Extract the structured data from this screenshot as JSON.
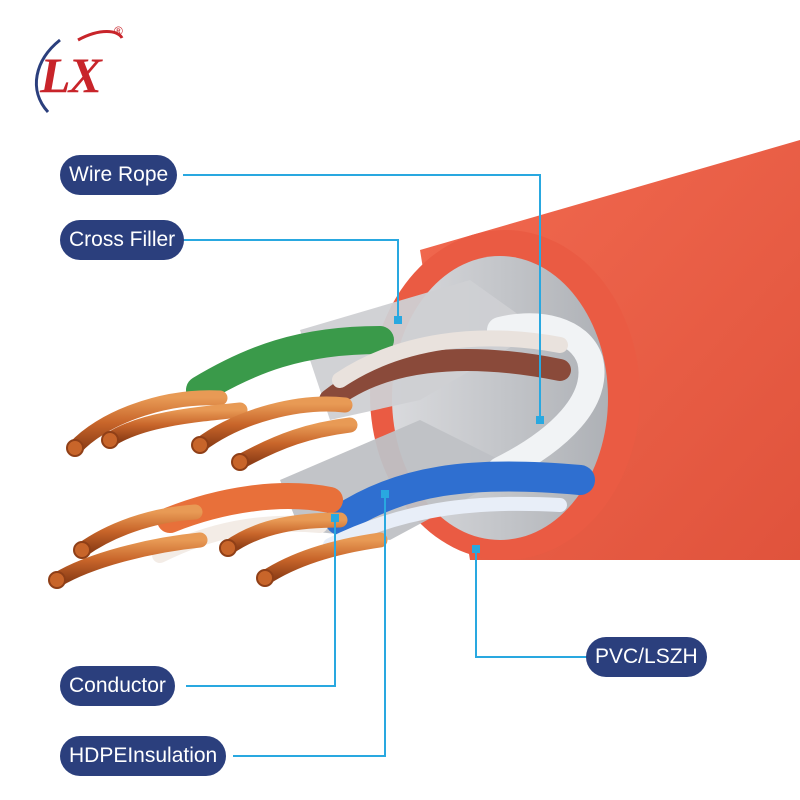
{
  "logo": {
    "text": "LX",
    "registered": "®",
    "color": "#c8242a"
  },
  "labels": {
    "wire_rope": "Wire Rope",
    "cross_filler": "Cross Filler",
    "conductor": "Conductor",
    "hdpe_insulation": "HDPEInsulation",
    "jacket": "PVC/LSZH"
  },
  "colors": {
    "label_bg": "#2b3f7d",
    "leader_line": "#29a8e0",
    "jacket": "#e8583f",
    "copper": "#c8652a",
    "pair_green": "#3a9a4a",
    "pair_blue": "#2f6fd0",
    "pair_brown": "#8a4a3a",
    "pair_orange": "#e8703a"
  }
}
